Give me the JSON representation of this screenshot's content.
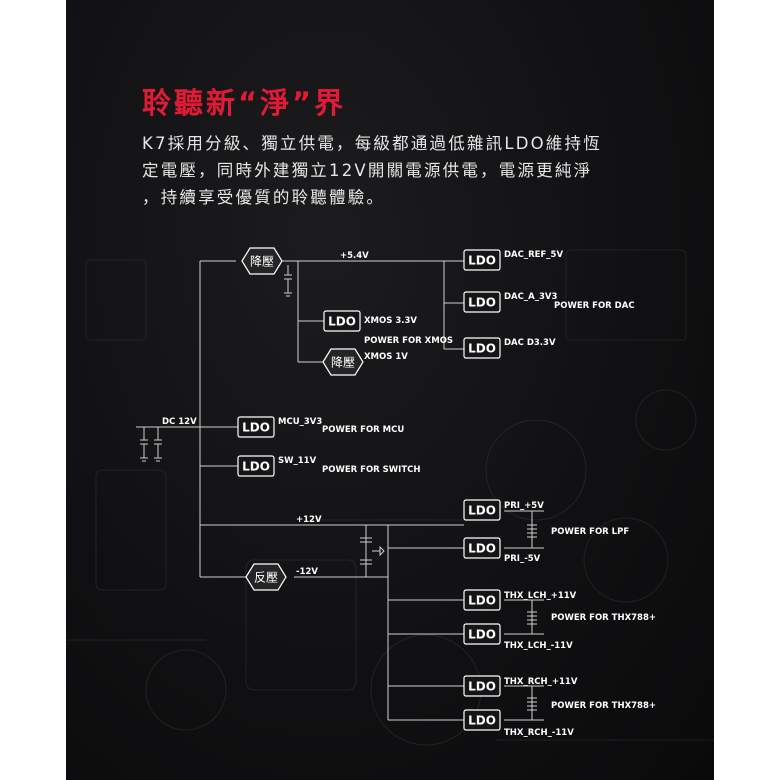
{
  "heading": "聆聽新“淨”界",
  "body_lines": [
    "K7採用分級、獨立供電，每級都通過低雜訊LDO維持恆",
    "定電壓，同時外建獨立12V開關電源供電，電源更純淨",
    "，持續享受優質的聆聽體驗。"
  ],
  "diagram": {
    "ldo_label": "LDO",
    "step_down_label": "降壓",
    "inverter_label": "反壓",
    "input_label": "DC 12V",
    "rail_5v4": "+5.4V",
    "rail_12v": "+12V",
    "rail_neg12v": "-12V",
    "dac_ref": "DAC_REF_5V",
    "dac_a": "DAC_A_3V3",
    "power_for_dac": "POWER FOR DAC",
    "dac_d": "DAC D3.3V",
    "xmos_3v3": "XMOS 3.3V",
    "power_for_xmos": "POWER FOR XMOS",
    "xmos_1v": "XMOS 1V",
    "mcu_3v3": "MCU_3V3",
    "power_for_mcu": "POWER FOR MCU",
    "sw_11v": "SW_11V",
    "power_for_switch": "POWER FOR SWITCH",
    "pri_pos": "PRI_+5V",
    "pri_neg": "PRI_-5V",
    "power_for_lpf": "POWER FOR LPF",
    "thx_lch_pos": "THX_LCH_+11V",
    "thx_lch_neg": "THX_LCH_-11V",
    "thx_rch_pos": "THX_RCH_+11V",
    "thx_rch_neg": "THX_RCH_-11V",
    "power_for_thx_1": "POWER FOR THX788+",
    "power_for_thx_2": "POWER FOR THX788+"
  },
  "colors": {
    "heading": "#e11a36",
    "background": "#111113",
    "text": "#e6e6e6",
    "wire": "#cfcfcf"
  }
}
